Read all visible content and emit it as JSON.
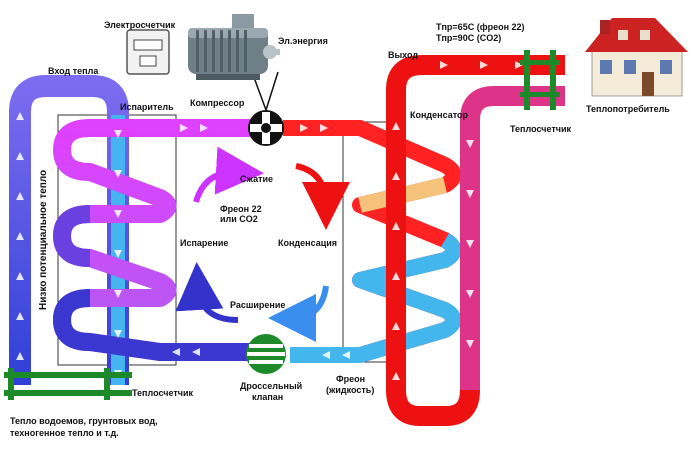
{
  "labels": {
    "electric_meter": "Электросчетчик",
    "electric_energy": "Эл.энергия",
    "heat_input": "Вход тепла",
    "evaporator": "Испаритель",
    "compressor": "Компрессор",
    "temp_line1": "Tпр=65C (фреон 22)",
    "temp_line2": "Tпр=90C (CO2)",
    "output": "Выход",
    "condenser": "Конденсатор",
    "heat_consumer": "Теплопотребитель",
    "heat_meter_right": "Теплосчетчик",
    "compression": "Сжатие",
    "freon_line1": "Фреон 22",
    "freon_line2": "или CO2",
    "evaporation": "Испарение",
    "condensation": "Конденсация",
    "expansion": "Расширение",
    "low_potential_heat": "Низко потенциальное тепло",
    "heat_meter_left": "Теплосчетчик",
    "throttle_line1": "Дроссельный",
    "throttle_line2": "клапан",
    "freon_liquid_line1": "Фреон",
    "freon_liquid_line2": "(жидкость)",
    "sources_line1": "Тепло водоемов, грунтовых вод,",
    "sources_line2": "техногенное тепло и т.д."
  },
  "colors": {
    "cold_blue": "#3a5bd9",
    "light_blue": "#46b4ee",
    "violet": "#cc33ff",
    "dark_violet": "#3333cc",
    "hot_red": "#ee1111",
    "pink": "#dd3388",
    "meter_green": "#1d8a2a",
    "roof_red": "#cc2222"
  }
}
